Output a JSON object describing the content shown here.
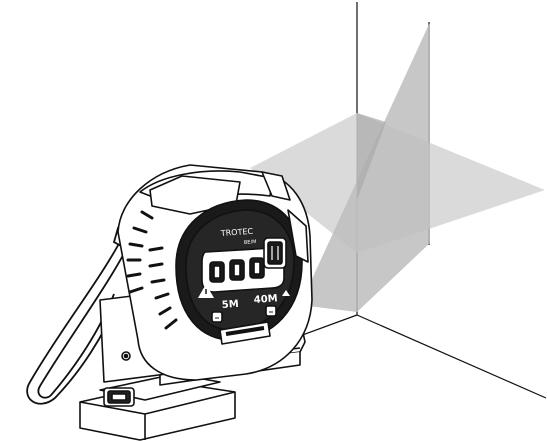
{
  "device": {
    "brand": "TROTEC",
    "model": "BE/M",
    "range_tape": "5M",
    "range_laser": "40M"
  },
  "colors": {
    "outline": "#111111",
    "laser_plane": "#c8c8c8",
    "laser_plane_dark": "#a9a9a9",
    "body_dark": "#1a1a1a",
    "body_light": "#ffffff"
  },
  "icons": [
    "laser-icon",
    "arrow-up-icon"
  ]
}
